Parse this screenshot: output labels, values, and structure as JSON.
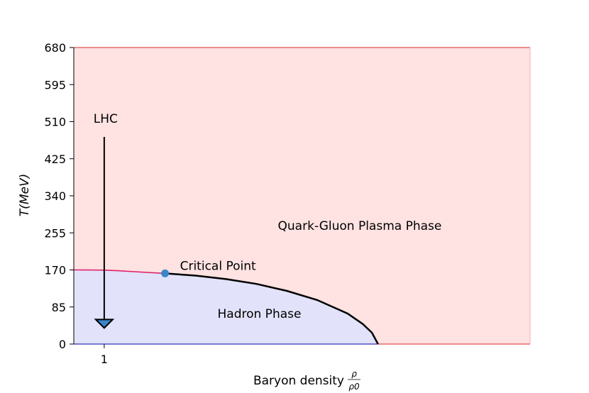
{
  "chart_data": {
    "type": "area",
    "xlabel": "Baryon density",
    "xlabel_fraction": {
      "numerator": "ρ",
      "denominator": "ρ0"
    },
    "ylabel": "T(MeV)",
    "xlim": [
      0,
      15
    ],
    "ylim": [
      0,
      680
    ],
    "x_ticks": [
      1
    ],
    "y_ticks": [
      0,
      85,
      170,
      255,
      340,
      425,
      510,
      595,
      680
    ],
    "phase_boundary": {
      "crossover_x": [
        0,
        0.5,
        1.0,
        1.5,
        2.0,
        3.0
      ],
      "crossover_y": [
        170,
        169.9,
        169.5,
        168,
        166,
        162
      ],
      "first_order_x": [
        3.0,
        4,
        5,
        6,
        7,
        8,
        9,
        9.5,
        9.8,
        10.0
      ],
      "first_order_y": [
        162,
        157,
        149,
        138,
        122,
        101,
        70,
        46,
        26,
        0
      ]
    },
    "critical_point": {
      "x": 3.0,
      "y": 162,
      "label": "Critical Point"
    },
    "arrow": {
      "label": "LHC",
      "x": 1,
      "y_start": 475,
      "y_end": 45
    },
    "regions": [
      {
        "label": "Quark-Gluon Plasma Phase",
        "x": 9.4,
        "y": 262
      },
      {
        "label": "Hadron Phase",
        "x": 6.1,
        "y": 60
      }
    ],
    "colors": {
      "qgp_fill": "#ffe2e2",
      "hadron_fill": "#e2e2fa",
      "qgp_edge": "#e05050",
      "hadron_edge": "#3333bb",
      "crossover_line": "#dd2266",
      "boundary_line": "#000000",
      "critical_point": "#3a86c8",
      "arrow_head": "#3a86c8"
    }
  }
}
